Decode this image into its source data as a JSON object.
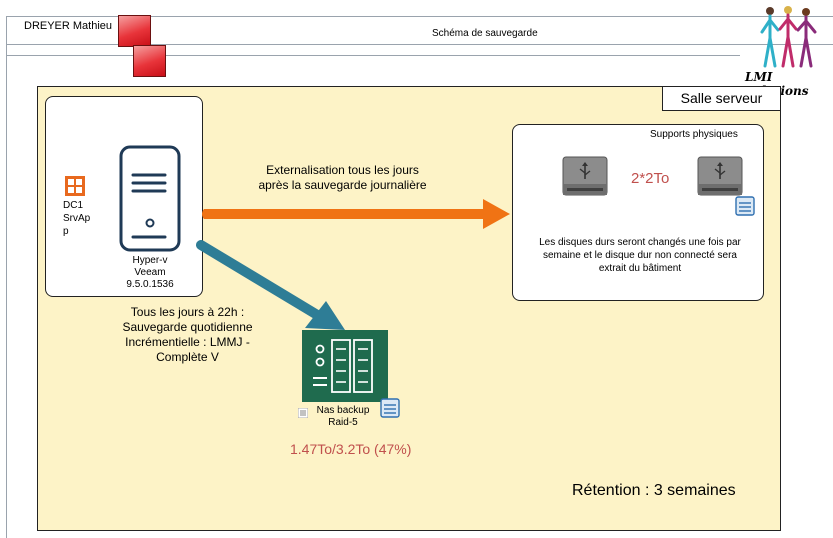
{
  "header": {
    "author": "DREYER Mathieu",
    "title": "Schéma de sauvegarde",
    "logo_text": "LMI Solutions"
  },
  "room": {
    "label": "Salle serveur"
  },
  "server": {
    "vm_lines": [
      "DC1",
      "SrvAp",
      "p"
    ],
    "host_lines": [
      "Hyper-v",
      "Veeam",
      "9.5.0.1536"
    ],
    "windows_icon_color": "#e8691e"
  },
  "externalisation": {
    "label_lines": [
      "Externalisation tous les jours",
      "après la sauvegarde journalière"
    ],
    "arrow_color": "#f07314"
  },
  "daily_backup": {
    "label_lines": [
      "Tous les jours à 22h :",
      "Sauvegarde quotidienne",
      "Incrémentielle : LMMJ -",
      "Complète V"
    ],
    "arrow_color": "#2e7d96"
  },
  "physical": {
    "title": "Supports physiques",
    "capacity": "2*2To",
    "description_lines": [
      "Les disques durs seront changés une fois par",
      "semaine et le disque dur non connecté sera",
      "extrait du bâtiment"
    ]
  },
  "nas": {
    "label_lines": [
      "Nas backup",
      "Raid-5"
    ],
    "storage": "1.47To/3.2To (47%)",
    "color": "#1f6b4e"
  },
  "retention": "Rétention : 3 semaines"
}
